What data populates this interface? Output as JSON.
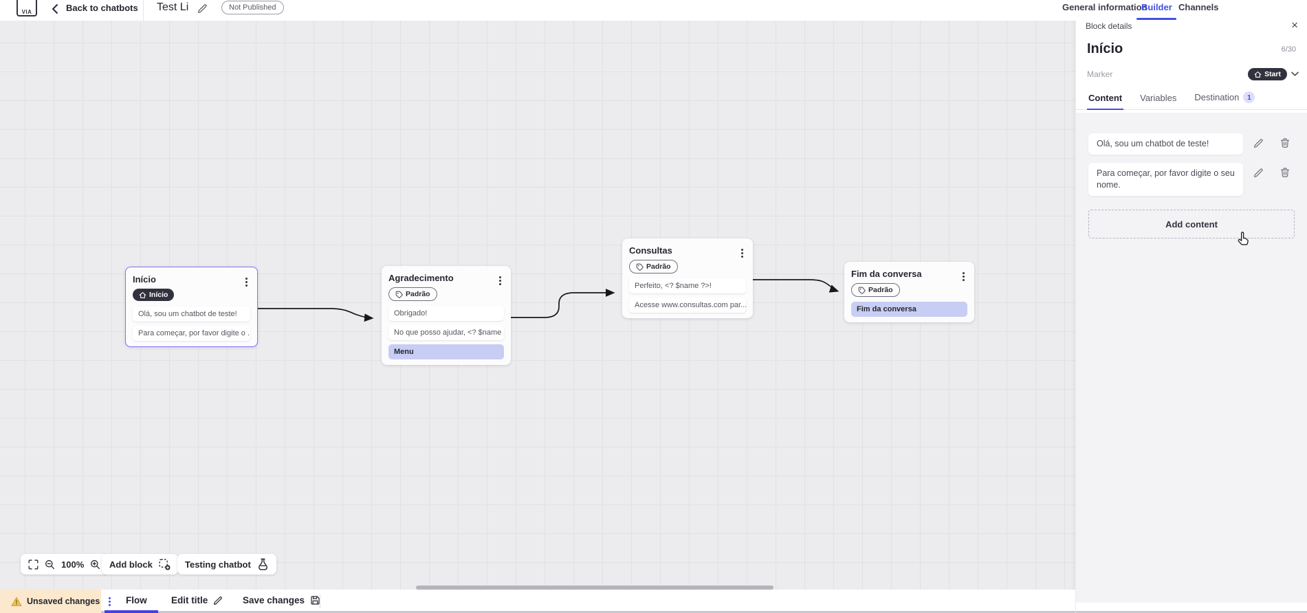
{
  "topbar": {
    "logo": "VIA",
    "back_label": "Back to chatbots",
    "title": "Test Li",
    "status": "Not Published",
    "tabs": [
      {
        "label": "General information",
        "active": false
      },
      {
        "label": "Builder",
        "active": true
      },
      {
        "label": "Channels",
        "active": false
      }
    ]
  },
  "panel": {
    "header": "Block details",
    "close_glyph": "×",
    "name": "Início",
    "counter": "6/30",
    "marker_label": "Marker",
    "marker_value": "Start",
    "tabs": [
      {
        "label": "Content",
        "active": true
      },
      {
        "label": "Variables",
        "active": false
      },
      {
        "label": "Destination",
        "active": false,
        "badge": "1"
      }
    ],
    "messages": [
      "Olá, sou um chatbot de teste!",
      "Para começar, por favor digite o seu nome."
    ],
    "add_content_label": "Add content"
  },
  "canvas": {
    "zoom_label": "100%",
    "nodes": [
      {
        "title": "Início",
        "badge": "Início",
        "items": [
          "Olá, sou um chatbot de teste!",
          "Para começar, por favor digite o ..."
        ]
      },
      {
        "title": "Agradecimento",
        "badge": "Padrão",
        "items": [
          "Obrigado!",
          "No que posso ajudar, <? $name ...",
          "Menu"
        ]
      },
      {
        "title": "Consultas",
        "badge": "Padrão",
        "items": [
          "Perfeito, <? $name ?>!",
          "Acesse www.consultas.com par..."
        ]
      },
      {
        "title": "Fim da conversa",
        "badge": "Padrão",
        "items": [
          "Fim da conversa"
        ]
      }
    ],
    "toolbar": {
      "add_block": "Add block",
      "testing": "Testing chatbot"
    }
  },
  "bottombar": {
    "unsaved": "Unsaved changes",
    "flow": "Flow",
    "edit_title": "Edit title",
    "save": "Save changes"
  },
  "colors": {
    "accent": "#4250e4",
    "selected_border": "#8273f3",
    "highlight_item": "#c8cdf4",
    "dark_badge": "#32323e",
    "warning_bg": "#fbe8cd",
    "canvas_bg": "#ececee"
  }
}
